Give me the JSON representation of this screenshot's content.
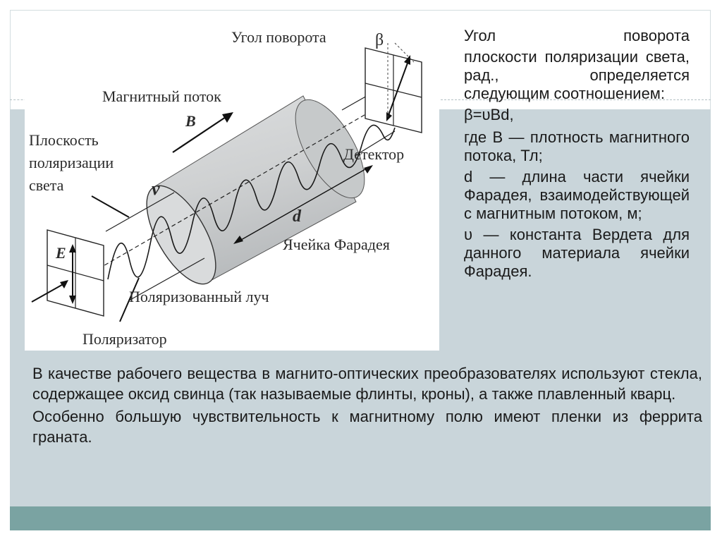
{
  "figure": {
    "label_rotation_angle": "Угол поворота",
    "label_beta": "β",
    "label_magnetic_flux": "Магнитный поток",
    "label_B": "B",
    "label_polarization_plane": [
      "Плоскость",
      "поляризации",
      "света"
    ],
    "label_v": "v",
    "label_detector": "Детектор",
    "label_d": "d",
    "label_faraday_cell": "Ячейка Фарадея",
    "label_E": "E",
    "label_polarized_beam": "Поляризованный луч",
    "label_polarizer": "Поляризатор"
  },
  "explanation": {
    "intro_line1": "Угол поворота",
    "intro_rest": "плоскости поляризации света, рад., определяется следующим соотношением:",
    "formula": "β=υBd,",
    "def_B": "где B — плотность магнитного потока, Тл;",
    "def_d": "d — длина части ячейки Фарадея, взаимодействующей с магнитным потоком, м;",
    "def_v": "υ — константа Вердета для данного материала ячейки Фарадея."
  },
  "body": {
    "paragraph1": "В качестве рабочего вещества в магнито-оптических преобразователях используют стекла, содержащее оксид свинца (так называемые флинты, кроны), а также плавленный кварц.",
    "paragraph2": "Особенно большую чувствительность к магнитному полю имеют пленки из феррита граната."
  },
  "colors": {
    "panel": "#c9d5da",
    "bottom_bar": "#7aa3a2",
    "cylinder": "#cfd1d2"
  }
}
